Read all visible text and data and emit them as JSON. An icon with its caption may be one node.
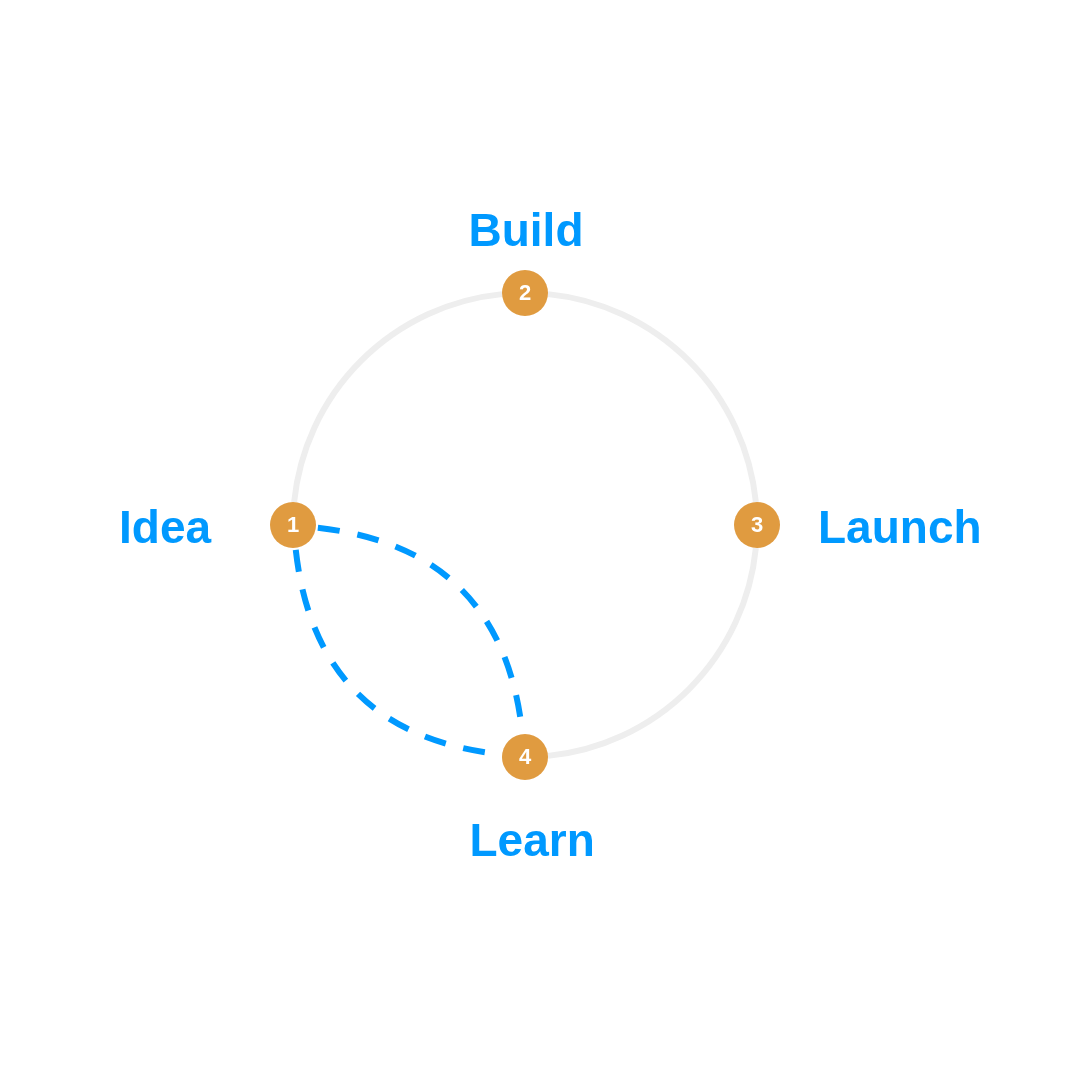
{
  "diagram": {
    "nodes": [
      {
        "text": [
          "1"
        ],
        "beside": [
          "Idea"
        ]
      },
      {
        "text": [
          "2"
        ],
        "beside": [
          "Build"
        ]
      },
      {
        "text": [
          "3"
        ],
        "beside": [
          "Launch"
        ]
      },
      {
        "text": [
          "4"
        ],
        "beside": [
          "Learn"
        ]
      }
    ],
    "edges": [
      {
        "from": 0,
        "to": 1,
        "arrow": "none"
      },
      {
        "from": 1,
        "to": 2,
        "arrow": "none"
      },
      {
        "from": 2,
        "to": 3,
        "arrow": "none"
      },
      {
        "from": 0,
        "to": 3,
        "arrow": "none",
        "style": "dashed",
        "color": "#0099ff"
      },
      {
        "from": 0,
        "to": 3,
        "arrow": "none",
        "style": "dashed",
        "color": "#0099ff"
      }
    ]
  }
}
